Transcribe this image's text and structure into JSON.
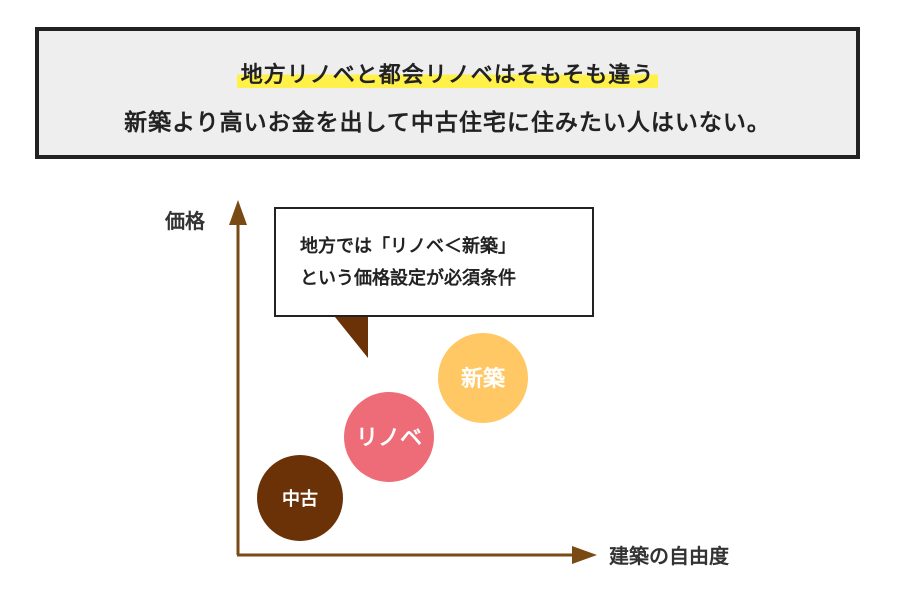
{
  "header": {
    "line1": "地方リノベと都会リノベはそもそも違う",
    "line2": "新築より高いお金を出して中古住宅に住みたい人はいない。"
  },
  "axes": {
    "y_label": "価格",
    "x_label": "建築の自由度"
  },
  "callout": {
    "line1": "地方では「リノベ＜新築」",
    "line2": "という価格設定が必須条件"
  },
  "nodes": [
    {
      "label": "中古",
      "color": "#6b3208"
    },
    {
      "label": "リノベ",
      "color": "#ee6b78"
    },
    {
      "label": "新築",
      "color": "#ffc864"
    }
  ],
  "colors": {
    "axis": "#7a4a14",
    "highlight": "#fff04a",
    "border": "#222222"
  }
}
